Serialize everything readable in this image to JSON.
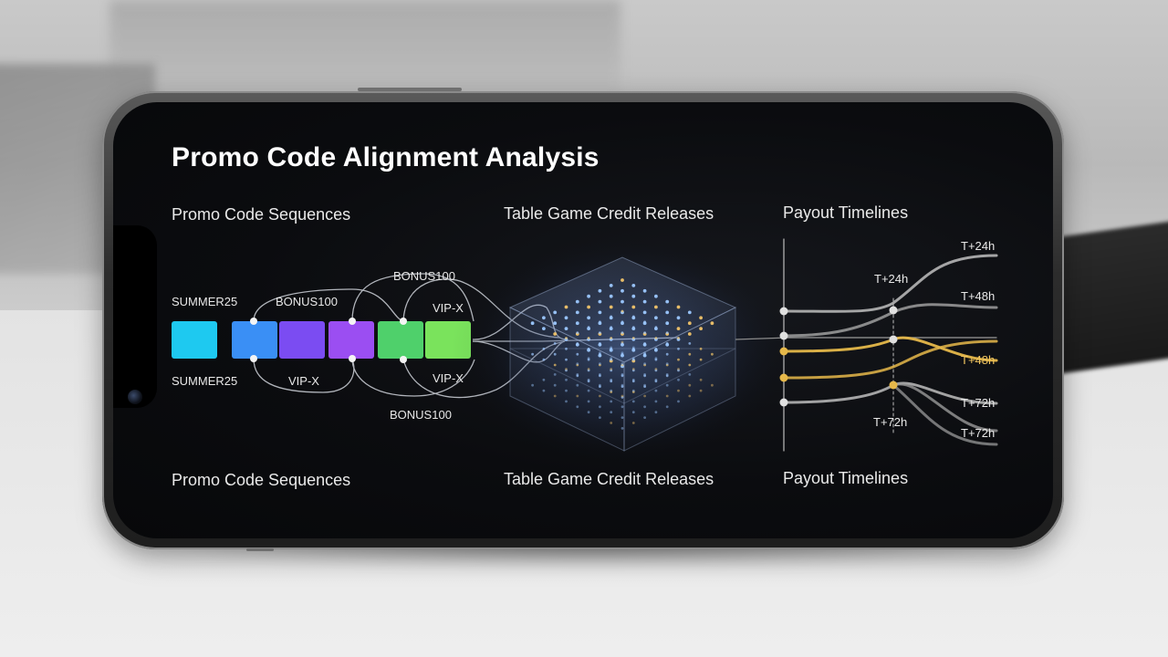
{
  "title": "Promo Code Alignment Analysis",
  "sections": {
    "top": [
      "Promo Code Sequences",
      "Table Game Credit Releases",
      "Payout Timelines"
    ],
    "bottom": [
      "Promo Code Sequences",
      "Table Game Credit Releases",
      "Payout Timelines"
    ]
  },
  "promo": {
    "top_labels": [
      "SUMMER25",
      "BONUS100",
      "BONUS100",
      "VIP-X"
    ],
    "bottom_labels": [
      "SUMMER25",
      "VIP-X",
      "VIP-X",
      "BONUS100"
    ],
    "block_colors": [
      "#1ec9f0",
      "#3a8ff5",
      "#7b4cf2",
      "#9b4ef2",
      "#4fd06b",
      "#7ae35c"
    ]
  },
  "payout": {
    "labels": [
      "T+24h",
      "T+24h",
      "T+48h",
      "T+48h",
      "T+72h",
      "T+72h",
      "T+72h"
    ],
    "gold_color": "#e6b84a"
  }
}
